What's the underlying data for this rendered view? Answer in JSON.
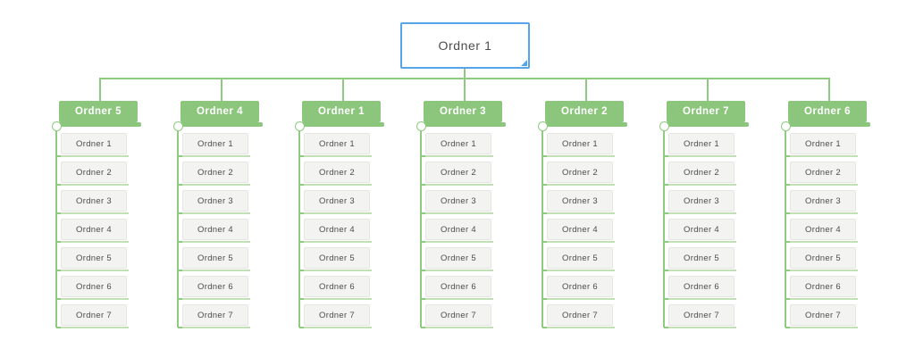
{
  "colors": {
    "green": "#8CC67D",
    "green-line": "#90C981",
    "green-underline": "#C3E0B4",
    "item-bg": "#F3F3F1",
    "item-border": "#E5E5E2",
    "text": "#4D4D4D",
    "blue": "#55A5E8",
    "header-text": "#FFFFFF"
  },
  "root": {
    "label": "Ordner 1"
  },
  "columns": [
    {
      "header": "Ordner 5",
      "items": [
        "Ordner 1",
        "Ordner 2",
        "Ordner 3",
        "Ordner 4",
        "Ordner 5",
        "Ordner 6",
        "Ordner 7"
      ]
    },
    {
      "header": "Ordner 4",
      "items": [
        "Ordner 1",
        "Ordner 2",
        "Ordner 3",
        "Ordner 4",
        "Ordner 5",
        "Ordner 6",
        "Ordner 7"
      ]
    },
    {
      "header": "Ordner 1",
      "items": [
        "Ordner 1",
        "Ordner 2",
        "Ordner 3",
        "Ordner 4",
        "Ordner 5",
        "Ordner 6",
        "Ordner 7"
      ]
    },
    {
      "header": "Ordner 3",
      "items": [
        "Ordner 1",
        "Ordner 2",
        "Ordner 3",
        "Ordner 4",
        "Ordner 5",
        "Ordner 6",
        "Ordner 7"
      ]
    },
    {
      "header": "Ordner 2",
      "items": [
        "Ordner 1",
        "Ordner 2",
        "Ordner 3",
        "Ordner 4",
        "Ordner 5",
        "Ordner 6",
        "Ordner 7"
      ]
    },
    {
      "header": "Ordner 7",
      "items": [
        "Ordner 1",
        "Ordner 2",
        "Ordner 3",
        "Ordner 4",
        "Ordner 5",
        "Ordner 6",
        "Ordner 7"
      ]
    },
    {
      "header": "Ordner 6",
      "items": [
        "Ordner 1",
        "Ordner 2",
        "Ordner 3",
        "Ordner 4",
        "Ordner 5",
        "Ordner 6",
        "Ordner 7"
      ]
    }
  ]
}
